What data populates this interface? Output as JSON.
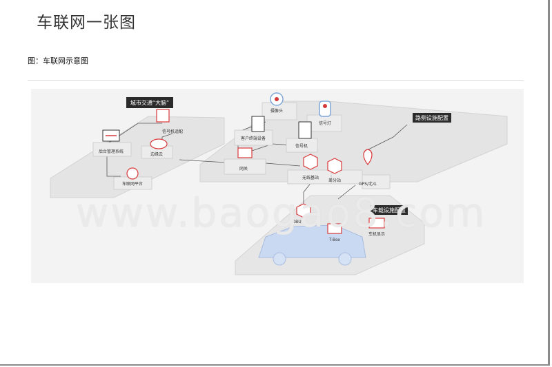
{
  "page": {
    "title": "车联网一张图",
    "caption": "图：车联网示意图",
    "watermark": "www.baogao8.com"
  },
  "figure": {
    "zones": {
      "city_brain": "城市交通“大脑”",
      "roadside": "路侧设施配置",
      "vehicle": "车载设施配置"
    },
    "nodes": {
      "backend": "后台管理系统",
      "signal_adapter": "信号机适配",
      "edge_cloud": "边缘云",
      "iov_platform": "车联网平台",
      "camera": "摄像头",
      "signal_light": "信号灯",
      "client_device": "客户终端设备",
      "signal_machine": "信号机",
      "gateway": "网关",
      "base_station": "无线基站",
      "split_station": "差分站",
      "gps": "GPS/北斗",
      "obu": "OBU",
      "tbox": "T-Box",
      "display": "车机显示"
    },
    "colors": {
      "accent": "#d9383a",
      "platform": "#e6e6e6",
      "tag_bg": "#2b2b2b",
      "car": "#c9d9f2"
    }
  }
}
